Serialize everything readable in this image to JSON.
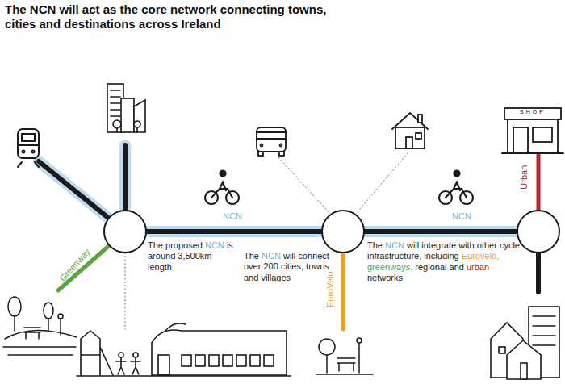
{
  "diagram": {
    "title": "The NCN will act as the core network connecting towns, cities and destinations across Ireland",
    "labels": [
      "NCN",
      "NCN",
      "Greenway",
      "The proposed NCN is around 3,500km length",
      "The NCN will connect over 200 cities, towns and villages",
      "EuroVelo",
      "The NCN will integrate with other cycle infrastructure, including Eurovelo, greenways, regional and urban networks",
      "Urban",
      "SHOP"
    ]
  }
}
